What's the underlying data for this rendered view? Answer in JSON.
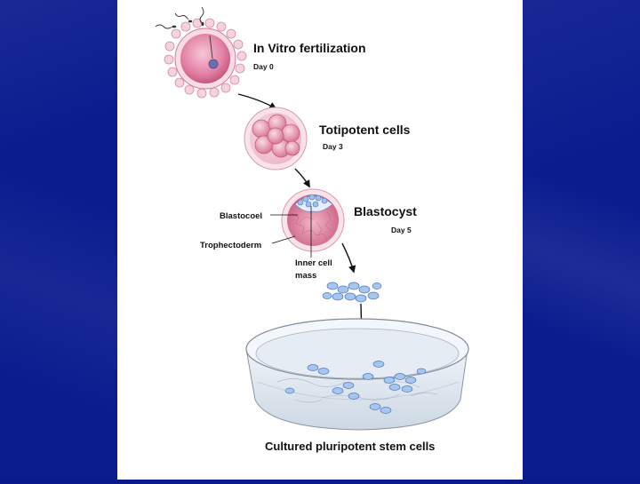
{
  "diagram": {
    "steps": [
      {
        "title": "In Vitro fertilization",
        "day": "Day 0"
      },
      {
        "title": "Totipotent cells",
        "day": "Day 3"
      },
      {
        "title": "Blastocyst",
        "day": "Day 5"
      }
    ],
    "labels": {
      "blastocoel": "Blastocoel",
      "trophectoderm": "Trophectoderm",
      "inner_cell_mass_line1": "Inner cell",
      "inner_cell_mass_line2": "mass"
    },
    "caption": "Cultured pluripotent stem cells"
  },
  "colors": {
    "background": "#0b1c8f",
    "slide": "#ffffff",
    "cell_pink": "#e58aa8",
    "stem_cell_blue": "#8fb8e8"
  }
}
